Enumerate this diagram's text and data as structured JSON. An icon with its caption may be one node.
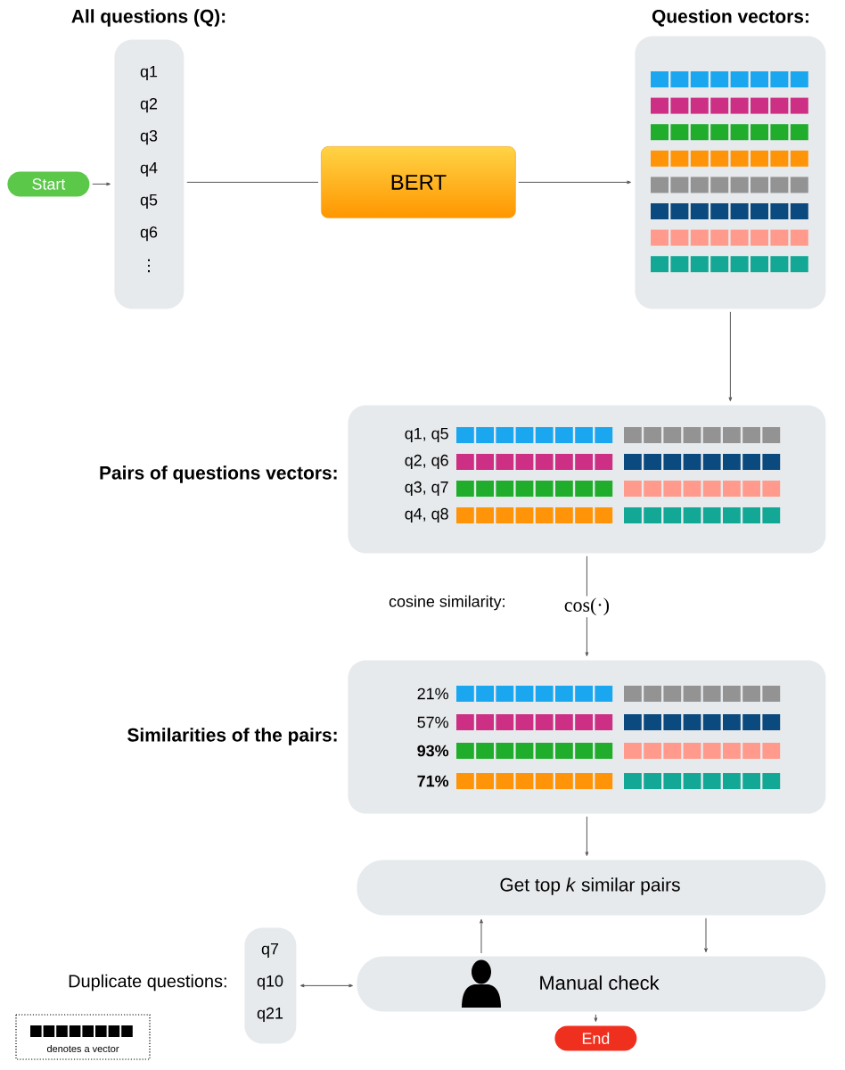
{
  "diagram": {
    "nodes": [
      {
        "text": [
          "Start"
        ]
      },
      {
        "text": [
          "All questions (Q):",
          "q1",
          "q2",
          "q3",
          "q4",
          "q5",
          "q6",
          "⋮"
        ]
      },
      {
        "text": [
          "BERT"
        ]
      },
      {
        "text": [
          "Question vectors:"
        ]
      },
      {
        "text": [
          "Pairs of questions vectors:",
          "q1, q5",
          "q2, q6",
          "q3, q7",
          "q4, q8"
        ]
      },
      {
        "text": [
          "Similarities of the pairs:",
          "21%",
          "57%",
          "93%",
          "71%"
        ]
      },
      {
        "text": [
          "Get top *k* similar pairs"
        ]
      },
      {
        "text": [
          "Manual check"
        ]
      },
      {
        "text": [
          "End"
        ]
      },
      {
        "text": [
          "Duplicate questions:",
          "q7",
          "q10",
          "q21"
        ]
      }
    ],
    "edges": [
      {
        "from": 0,
        "to": 1,
        "arrow": "to"
      },
      {
        "from": 1,
        "to": 2,
        "arrow": "none"
      },
      {
        "from": 2,
        "to": 3,
        "arrow": "to"
      },
      {
        "from": 3,
        "to": 4,
        "arrow": "to"
      },
      {
        "from": 4,
        "to": 5,
        "arrow": "to",
        "label": "cos(·)"
      },
      {
        "from": 5,
        "to": 6,
        "arrow": "to"
      },
      {
        "from": 7,
        "to": 6,
        "arrow": "to"
      },
      {
        "from": 6,
        "to": 7,
        "arrow": "to"
      },
      {
        "from": 7,
        "to": 8,
        "arrow": "to"
      },
      {
        "from": 9,
        "to": 7,
        "arrow": "both"
      }
    ],
    "labels": [
      "cosine similarity:"
    ],
    "legend": [
      {
        "text": "denotes a vector"
      }
    ]
  }
}
